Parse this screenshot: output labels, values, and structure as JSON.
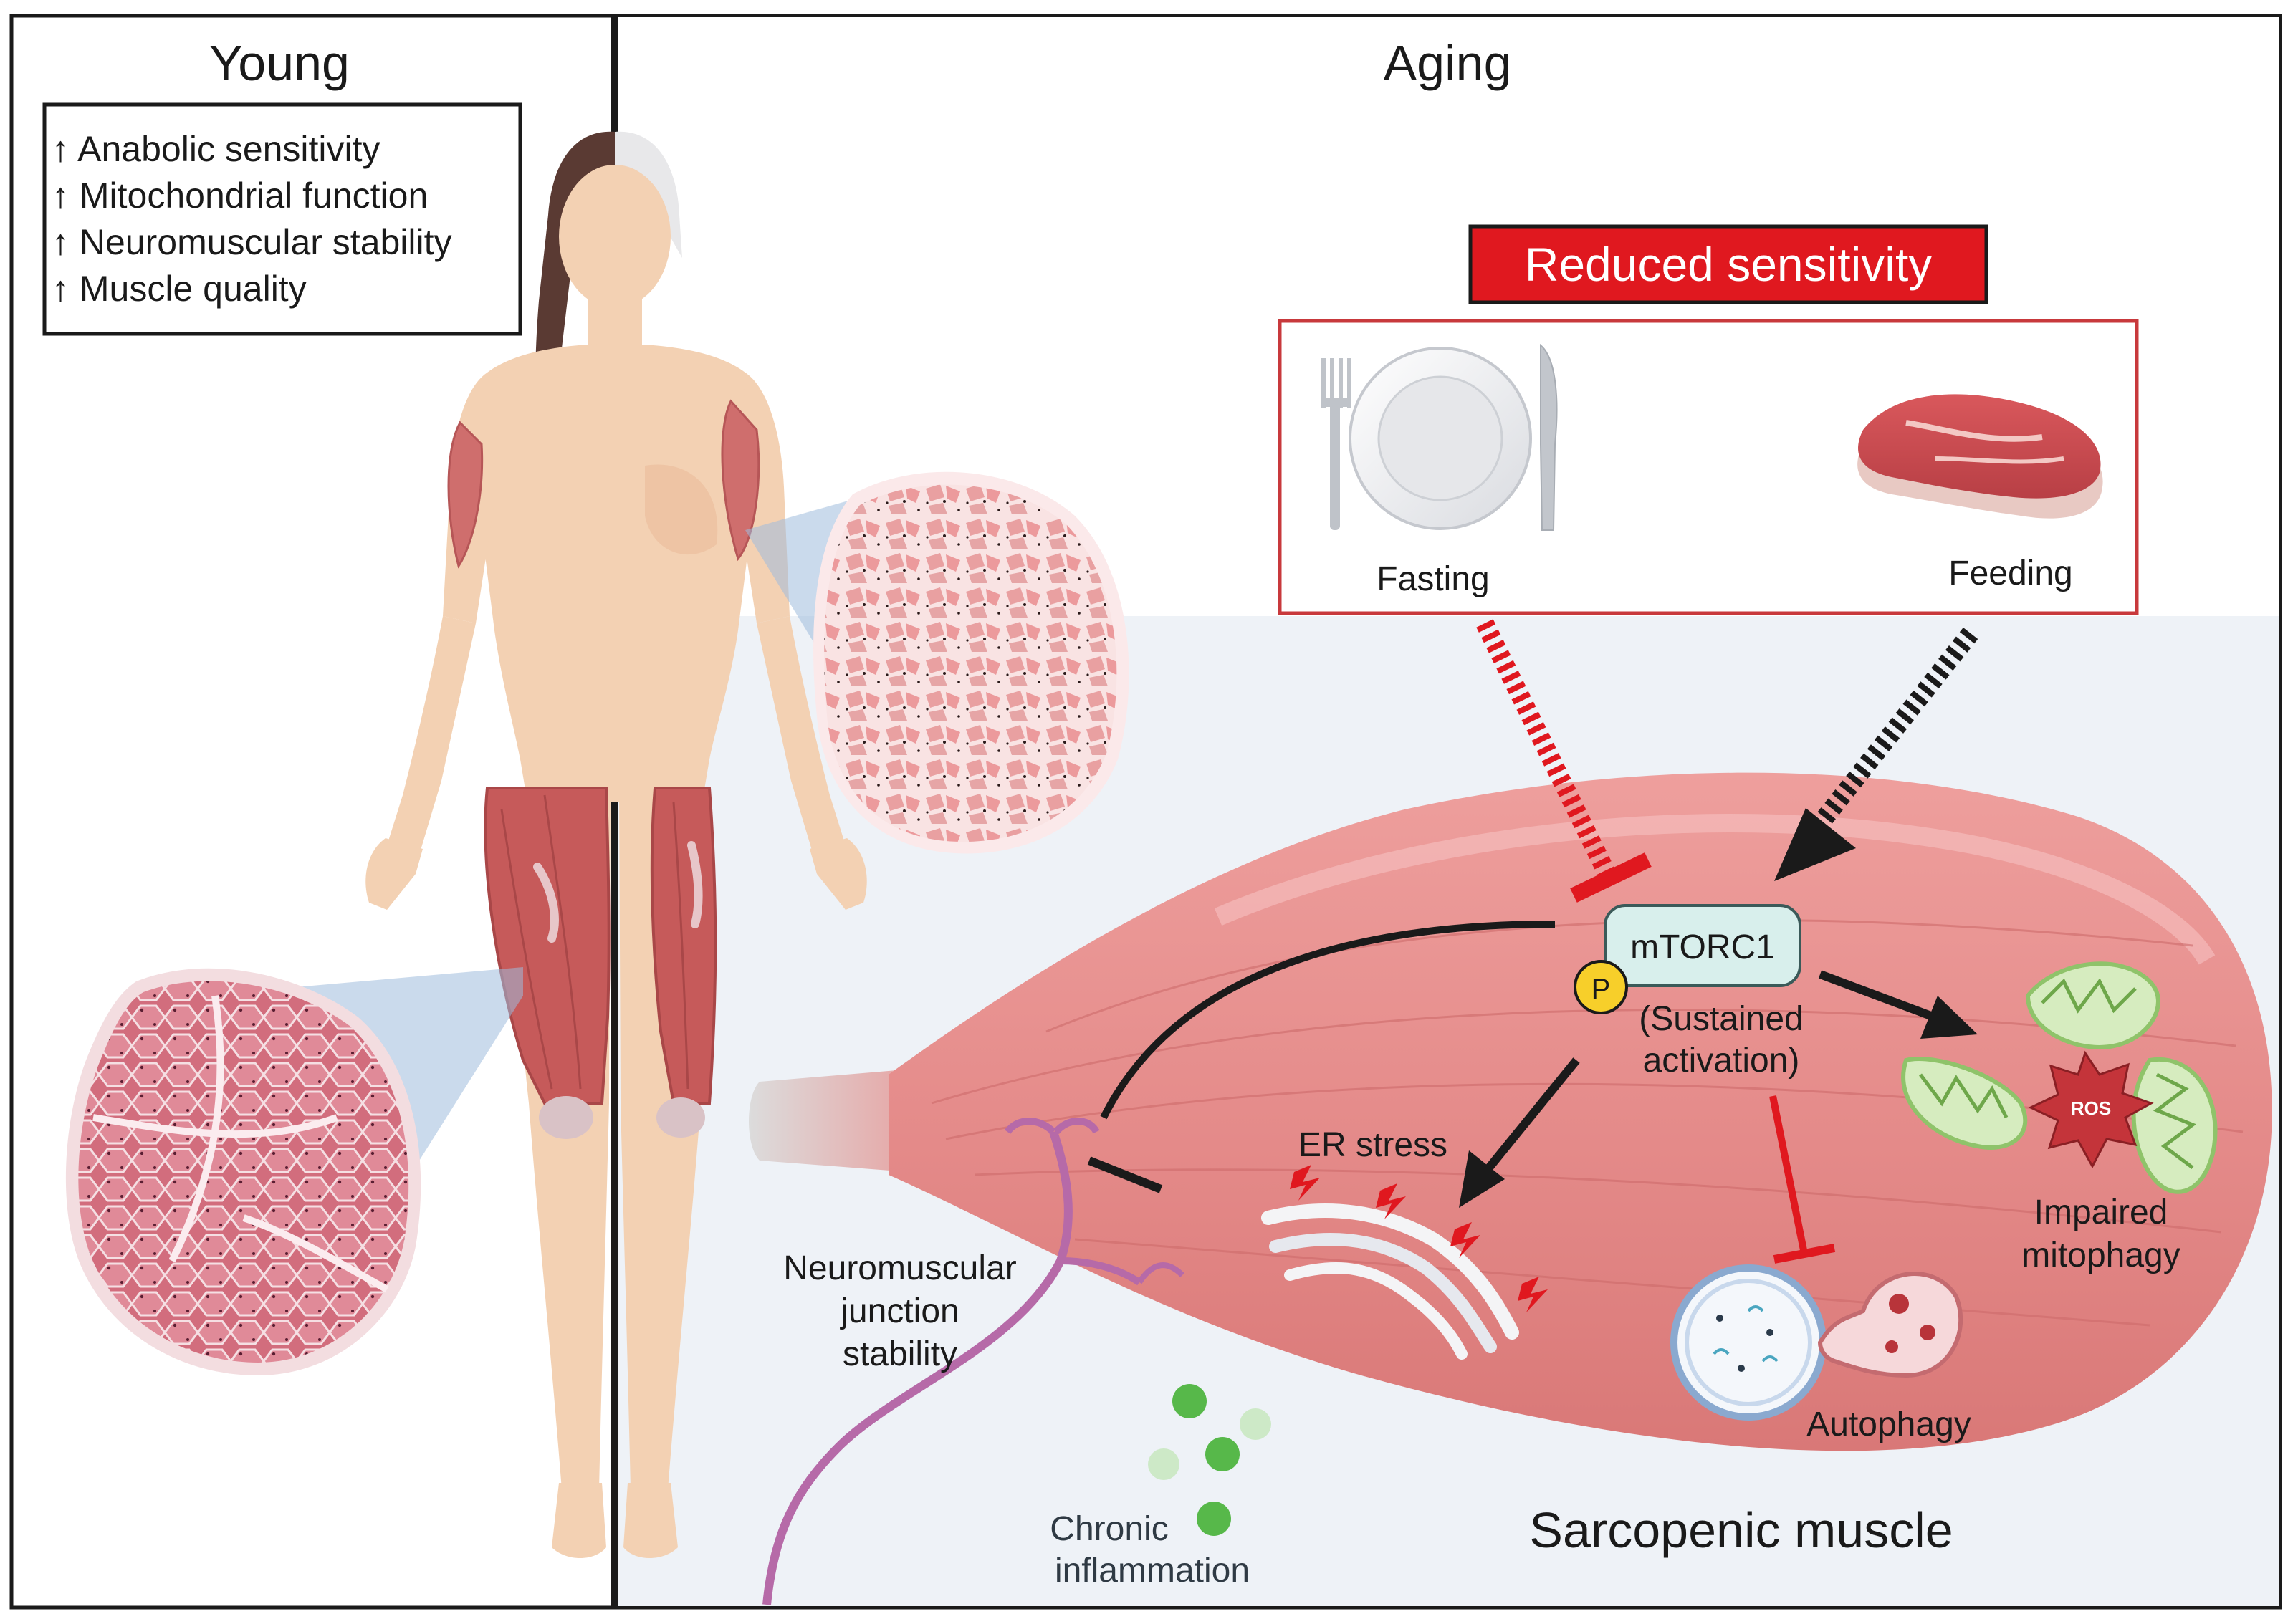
{
  "panels": {
    "young": {
      "title": "Young",
      "items": [
        "↑ Anabolic sensitivity",
        "↑ Mitochondrial function",
        "↑ Neuromuscular stability",
        "↑ Muscle quality"
      ]
    },
    "aging": {
      "title": "Aging"
    }
  },
  "banner": {
    "label": "Reduced sensitivity"
  },
  "nutrition": {
    "fasting": "Fasting",
    "feeding": "Feeding"
  },
  "mtorc1": {
    "label": "mTORC1",
    "phospho": "P",
    "sub1": "(Sustained",
    "sub2": "activation)"
  },
  "ros_label": "ROS",
  "labels": {
    "er_stress": "ER stress",
    "nmj1": "Neuromuscular",
    "nmj2": "junction",
    "nmj3": "stability",
    "mitophagy1": "Impaired",
    "mitophagy2": "mitophagy",
    "autophagy": "Autophagy",
    "inflammation1": "Chronic",
    "inflammation2": "inflammation",
    "sarcopenic": "Sarcopenic muscle"
  },
  "colors": {
    "muscle": "#e59392",
    "muscle_dark": "#d46e6f",
    "skin": "#f3d1b3",
    "red_accent": "#e0181f",
    "mtor_box": "#d8efec",
    "phospho": "#f7cf2a",
    "mito": "#8fc36a",
    "inflammation": "#57b84a",
    "nerve": "#b66aa8",
    "panel_bg": "#edf2f7"
  }
}
